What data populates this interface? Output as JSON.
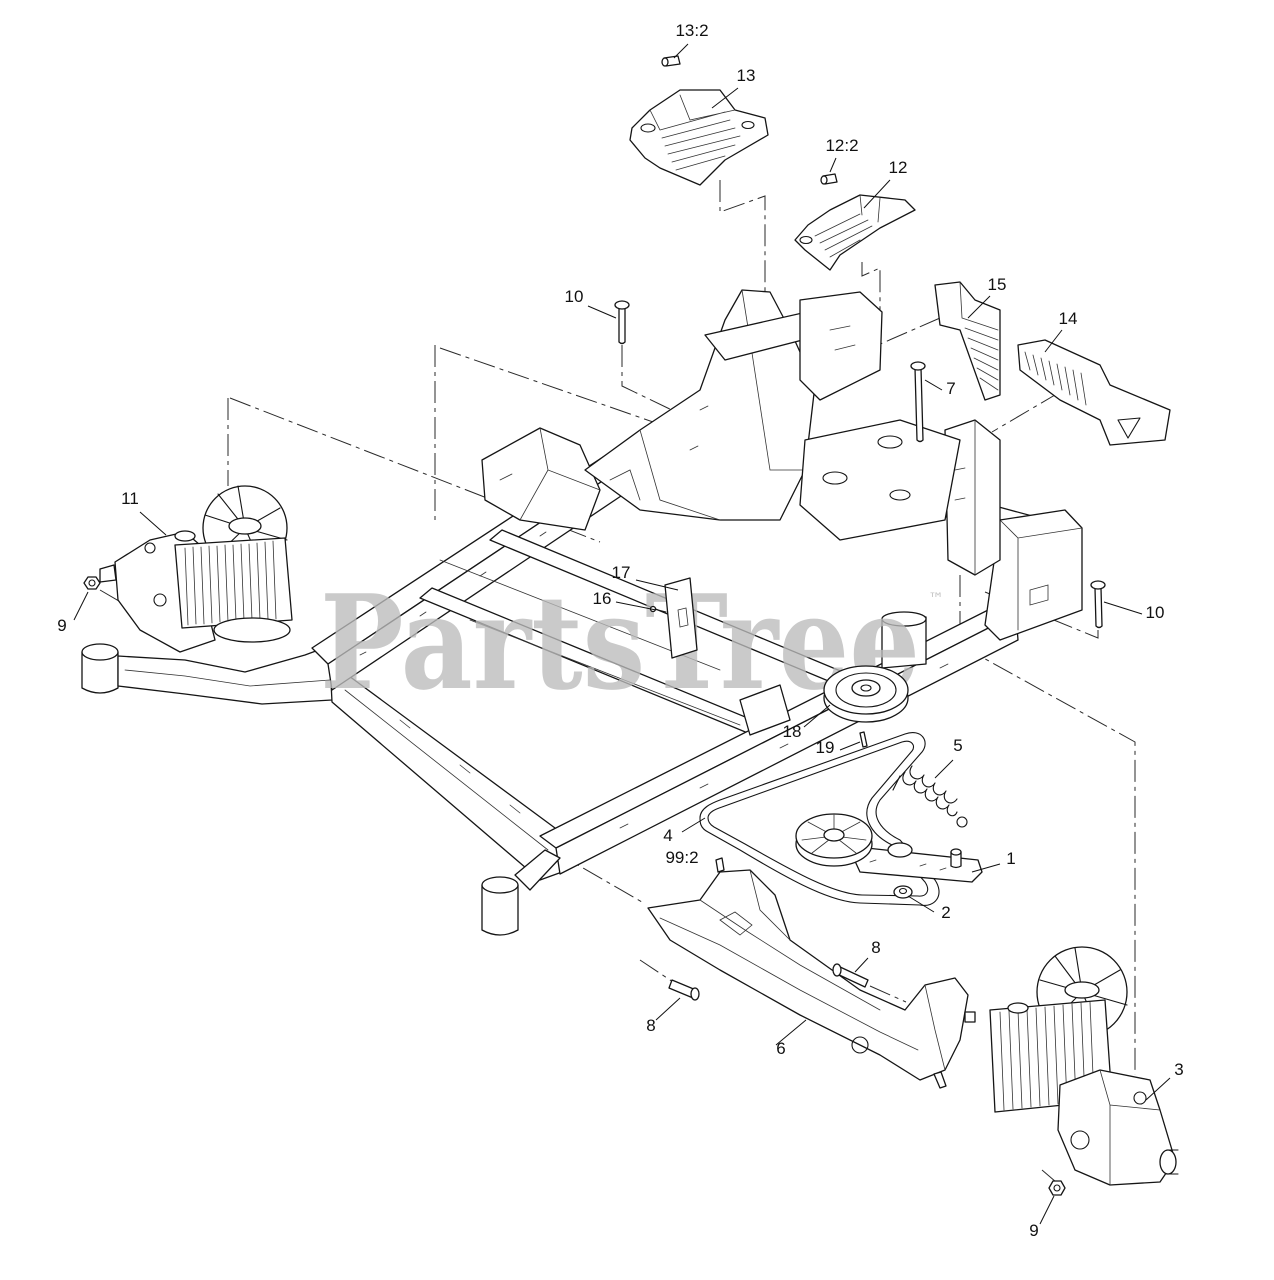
{
  "diagram": {
    "watermark": {
      "brand": "PartsTree",
      "trademark": "™"
    },
    "colors": {
      "line": "#151515",
      "watermark": "#bcbcbc",
      "background": "#ffffff"
    },
    "callouts": [
      {
        "label": "13:2"
      },
      {
        "label": "13"
      },
      {
        "label": "12:2"
      },
      {
        "label": "12"
      },
      {
        "label": "10"
      },
      {
        "label": "15"
      },
      {
        "label": "14"
      },
      {
        "label": "7"
      },
      {
        "label": "11"
      },
      {
        "label": "9"
      },
      {
        "label": "17"
      },
      {
        "label": "16"
      },
      {
        "label": "10"
      },
      {
        "label": "18"
      },
      {
        "label": "19"
      },
      {
        "label": "5"
      },
      {
        "label": "4"
      },
      {
        "label": "99:2"
      },
      {
        "label": "1"
      },
      {
        "label": "2"
      },
      {
        "label": "8"
      },
      {
        "label": "8"
      },
      {
        "label": "6"
      },
      {
        "label": "3"
      },
      {
        "label": "9"
      }
    ]
  }
}
